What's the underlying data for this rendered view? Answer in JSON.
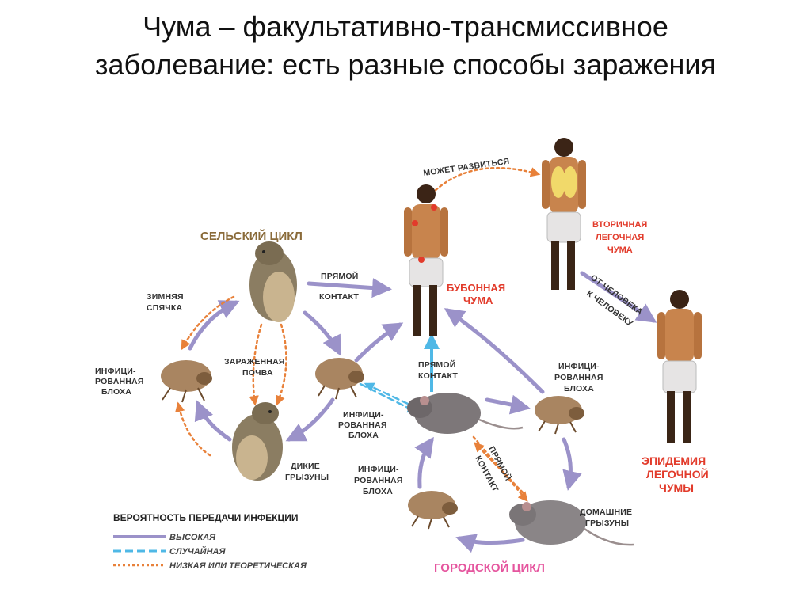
{
  "title": {
    "line1": "Чума – факультативно-трансмиссивное",
    "line2": "заболевание: есть разные способы заражения"
  },
  "diagram": {
    "rural_cycle": "СЕЛЬСКИЙ ЦИКЛ",
    "urban_cycle": "ГОРОДСКОЙ ЦИКЛ",
    "hibernation": [
      "ЗИМНЯЯ",
      "СПЯЧКА"
    ],
    "infected_flea_left": [
      "ИНФИЦИ-",
      "РОВАННАЯ",
      "БЛОХА"
    ],
    "infected_soil": [
      "ЗАРАЖЕННАЯ",
      "ПОЧВА"
    ],
    "infected_flea_center": [
      "ИНФИЦИ-",
      "РОВАННАЯ",
      "БЛОХА"
    ],
    "wild_rodents": [
      "ДИКИЕ",
      "ГРЫЗУНЫ"
    ],
    "direct_contact_top": [
      "ПРЯМОЙ",
      "КОНТАКТ"
    ],
    "direct_contact_mid": [
      "ПРЯМОЙ",
      "КОНТАКТ"
    ],
    "direct_contact_diag": [
      "ПРЯМОЙ",
      "КОНТАКТ"
    ],
    "infected_flea_right": [
      "ИНФИЦИ-",
      "РОВАННАЯ",
      "БЛОХА"
    ],
    "infected_flea_bottom": [
      "ИНФИЦИ-",
      "РОВАННАЯ",
      "БЛОХА"
    ],
    "domestic_rodents": [
      "ДОМАШНИЕ",
      "ГРЫЗУНЫ"
    ],
    "bubonic_plague": [
      "БУБОННАЯ",
      "ЧУМА"
    ],
    "may_develop": "МОЖЕТ РАЗВИТЬСЯ",
    "secondary_pneumonic": [
      "ВТОРИЧНАЯ",
      "ЛЕГОЧНАЯ",
      "ЧУМА"
    ],
    "person_to_person": [
      "ОТ ЧЕЛОВЕКА",
      "К ЧЕЛОВЕКУ"
    ],
    "epidemic_pneumonic": [
      "ЭПИДЕМИЯ",
      "ЛЕГОЧНОЙ",
      "ЧУМЫ"
    ]
  },
  "legend": {
    "title": "ВЕРОЯТНОСТЬ ПЕРЕДАЧИ ИНФЕКЦИИ",
    "items": [
      {
        "label": "ВЫСОКАЯ",
        "color": "#9b92c9",
        "style": "solid"
      },
      {
        "label": "СЛУЧАЙНАЯ",
        "color": "#4fb8e6",
        "style": "dashed"
      },
      {
        "label": "НИЗКАЯ ИЛИ ТЕОРЕТИЧЕСКАЯ",
        "color": "#e8813a",
        "style": "dotted"
      }
    ]
  },
  "colors": {
    "high": "#9b92c9",
    "random": "#4fb8e6",
    "low": "#e8813a",
    "rural": "#8a6b3a",
    "urban": "#e5559e",
    "plague": "#e23b2b"
  }
}
